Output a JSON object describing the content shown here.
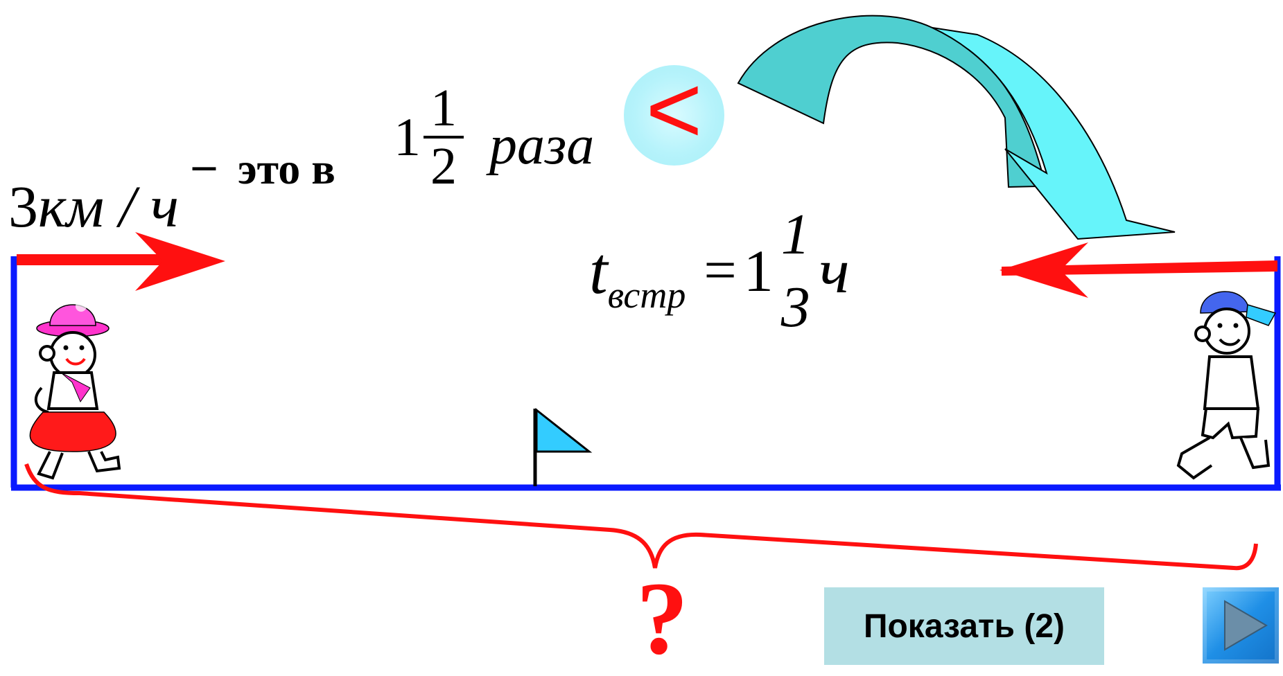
{
  "problem": {
    "speed_value": "3",
    "speed_unit": "км / ч",
    "dash": "–",
    "comparison_text": "это в",
    "times_fraction": {
      "whole": "1",
      "numerator": "1",
      "denominator": "2"
    },
    "times_word": "раза",
    "comparison_sign": "<"
  },
  "meeting": {
    "symbol": "t",
    "subscript": "встр",
    "equals": "=",
    "fraction": {
      "whole": "1",
      "numerator": "1",
      "denominator": "3"
    },
    "unit": "ч"
  },
  "unknown": {
    "symbol": "?"
  },
  "controls": {
    "show_label": "Показать (2)",
    "next_icon": "play-triangle-icon"
  },
  "colors": {
    "arrow_red": "#ff1010",
    "track_blue": "#0a1aff",
    "curved_arrow": "#5fe6ec",
    "flag": "#33ccff",
    "button_bg": "#b3dfe4",
    "badge_bg": "#b6f3fb"
  },
  "icons": {
    "left_figure": "girl-walking-icon",
    "right_figure": "boy-walking-icon",
    "flag": "flag-icon",
    "curved_arrow": "curved-arrow-icon"
  }
}
